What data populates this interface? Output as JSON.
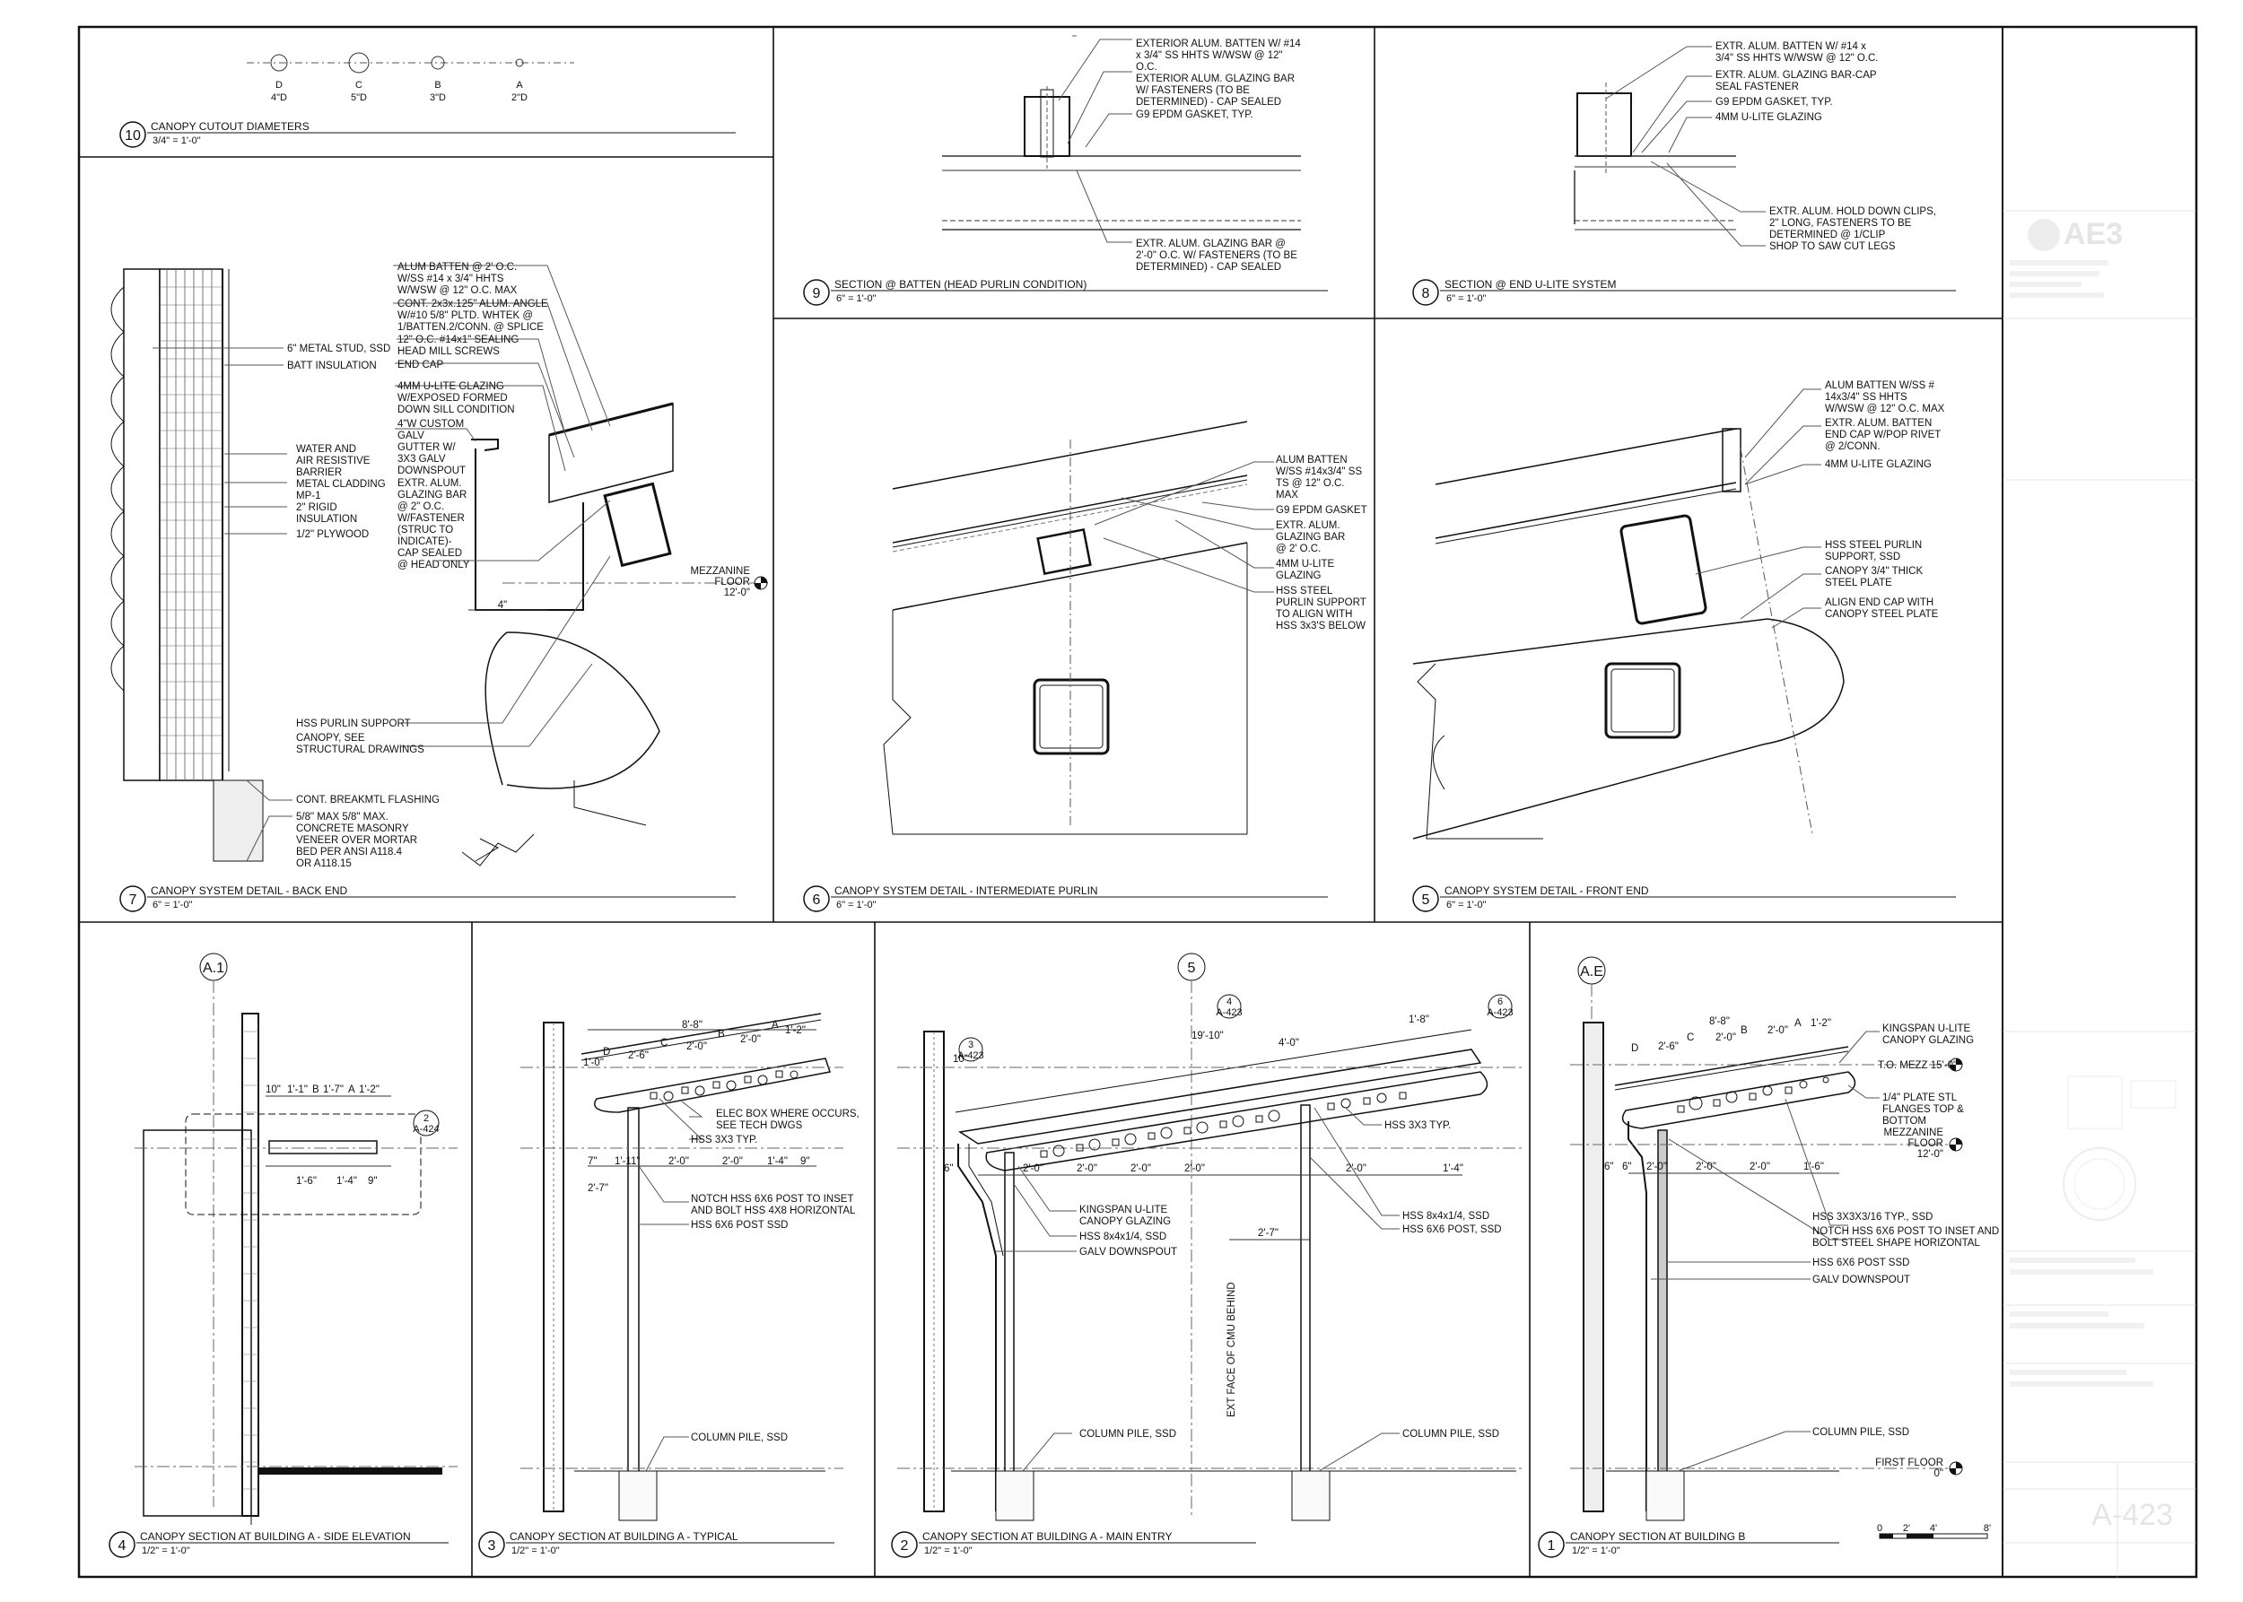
{
  "sheet": {
    "number": "A-423",
    "firm": "AE3",
    "title_block_faded": true
  },
  "details": {
    "d10": {
      "num": "10",
      "title": "CANOPY CUTOUT DIAMETERS",
      "scale": "3/4\" = 1'-0\"",
      "diameters": [
        {
          "letter": "D",
          "size": "4\"D"
        },
        {
          "letter": "C",
          "size": "5\"D"
        },
        {
          "letter": "B",
          "size": "3\"D"
        },
        {
          "letter": "A",
          "size": "2\"D"
        }
      ]
    },
    "d9": {
      "num": "9",
      "title": "SECTION @ BATTEN (HEAD PURLIN CONDITION)",
      "scale": "6\" = 1'-0\"",
      "notes": [
        "EXTERIOR ALUM. BATTEN W/ #14",
        "x 3/4\" SS HHTS W/WSW @ 12\"",
        "O.C.",
        "EXTERIOR ALUM. GLAZING BAR",
        "W/ FASTENERS (TO BE",
        "DETERMINED) - CAP SEALED",
        "G9 EPDM GASKET, TYP.",
        "EXTR. ALUM. GLAZING BAR @",
        "2'-0\" O.C. W/ FASTENERS (TO BE",
        "DETERMINED) - CAP SEALED"
      ]
    },
    "d8": {
      "num": "8",
      "title": "SECTION @ END U-LITE SYSTEM",
      "scale": "6\" = 1'-0\"",
      "notes": [
        "EXTR. ALUM. BATTEN W/ #14 x",
        "3/4\" SS HHTS W/WSW @ 12\" O.C.",
        "EXTR. ALUM. GLAZING BAR-CAP",
        "SEAL FASTENER",
        "G9 EPDM GASKET, TYP.",
        "4MM U-LITE GLAZING",
        "EXTR. ALUM. HOLD DOWN CLIPS,",
        "2\" LONG, FASTENERS TO BE",
        "DETERMINED @ 1/CLIP",
        "SHOP TO SAW CUT LEGS"
      ]
    },
    "d7": {
      "num": "7",
      "title": "CANOPY SYSTEM DETAIL - BACK END",
      "scale": "6\" = 1'-0\"",
      "notes_right": [
        "ALUM BATTEN @ 2' O.C.",
        "W/SS #14 x 3/4\" HHTS",
        "W/WSW @ 12\" O.C. MAX",
        "CONT. 2x3x.125\" ALUM. ANGLE",
        "W/#10 5/8\" PLTD. WHTEK @",
        "1/BATTEN.2/CONN. @ SPLICE",
        "12\" O.C. #14x1\" SEALING",
        "HEAD MILL SCREWS",
        "END CAP",
        "4MM U-LITE GLAZING",
        "W/EXPOSED FORMED",
        "DOWN SILL CONDITION",
        "4\"W CUSTOM",
        "GALV",
        "GUTTER W/",
        "3X3 GALV",
        "DOWNSPOUT",
        "EXTR. ALUM.",
        "GLAZING BAR",
        "@ 2\" O.C.",
        "W/FASTENER",
        "(STRUC TO",
        "INDICATE)-",
        "CAP SEALED",
        "@ HEAD ONLY"
      ],
      "notes_left": [
        "6\" METAL STUD, SSD",
        "BATT INSULATION",
        "WATER AND",
        "AIR RESISTIVE",
        "BARRIER",
        "METAL CLADDING",
        "MP-1",
        "2\" RIGID",
        "INSULATION",
        "1/2\" PLYWOOD"
      ],
      "notes_bottom": [
        "HSS PURLIN SUPPORT",
        "CANOPY, SEE",
        "STRUCTURAL DRAWINGS",
        "CONT. BREAKMTL FLASHING",
        "5/8\" MAX 5/8\" MAX.",
        "CONCRETE MASONRY",
        "VENEER OVER MORTAR",
        "BED PER ANSI A118.4",
        "OR A118.15"
      ],
      "level": "MEZZANINE",
      "level2": "FLOOR",
      "elev": "12'-0\"",
      "dim": "4\""
    },
    "d6": {
      "num": "6",
      "title": "CANOPY SYSTEM DETAIL - INTERMEDIATE PURLIN",
      "scale": "6\" = 1'-0\"",
      "notes": [
        "ALUM BATTEN",
        "W/SS #14x3/4\" SS",
        "TS @ 12\" O.C.",
        "MAX",
        "G9 EPDM GASKET",
        "EXTR. ALUM.",
        "GLAZING BAR",
        "@ 2' O.C.",
        "4MM U-LITE",
        "GLAZING",
        "HSS STEEL",
        "PURLIN SUPPORT",
        "TO ALIGN WITH",
        "HSS 3x3'S BELOW"
      ]
    },
    "d5": {
      "num": "5",
      "title": "CANOPY SYSTEM DETAIL - FRONT END",
      "scale": "6\" = 1'-0\"",
      "notes": [
        "ALUM BATTEN W/SS #",
        "14x3/4\" SS HHTS",
        "W/WSW @ 12\" O.C. MAX",
        "EXTR. ALUM. BATTEN",
        "END CAP W/POP RIVET",
        "@ 2/CONN.",
        "4MM U-LITE GLAZING",
        "HSS STEEL PURLIN",
        "SUPPORT, SSD",
        "CANOPY 3/4\" THICK",
        "STEEL PLATE",
        "ALIGN END CAP WITH",
        "CANOPY STEEL PLATE"
      ]
    },
    "d4": {
      "num": "4",
      "title": "CANOPY SECTION AT BUILDING A - SIDE ELEVATION",
      "scale": "1/2\" = 1'-0\"",
      "grid": "A.1",
      "ref": "2",
      "refsheet": "A-424",
      "dims_top": [
        "10\"",
        "1'-1\"",
        "B",
        "1'-7\"",
        "A",
        "1'-2\""
      ],
      "dims_bot": [
        "1'-6\"",
        "1'-4\"",
        "9\""
      ]
    },
    "d3": {
      "num": "3",
      "title": "CANOPY SECTION AT BUILDING A - TYPICAL",
      "scale": "1/2\" = 1'-0\"",
      "notes": [
        "ELEC BOX WHERE OCCURS,",
        "SEE TECH DWGS",
        "HSS 3X3 TYP.",
        "NOTCH HSS 6X6 POST TO INSET",
        "AND BOLT HSS 4X8 HORIZONTAL",
        "HSS 6X6 POST SSD",
        "COLUMN PILE, SSD"
      ],
      "dims": [
        "8'-8\"",
        "1'-0\"",
        "D",
        "2'-6\"",
        "C",
        "2'-0\"",
        "B",
        "2'-0\"",
        "A",
        "1'-2\"",
        "7\"",
        "1'-11\"",
        "2'-0\"",
        "2'-0\"",
        "1'-4\"",
        "9\"",
        "2'-7\""
      ]
    },
    "d2": {
      "num": "2",
      "title": "CANOPY SECTION AT BUILDING A - MAIN ENTRY",
      "scale": "1/2\" = 1'-0\"",
      "grid": "5",
      "ref1": "4",
      "ref2": "6",
      "ref3": "3",
      "refsheet": "A-423",
      "notes": [
        "KINGSPAN U-LITE",
        "CANOPY GLAZING",
        "HSS 8x4x1/4, SSD",
        "GALV DOWNSPOUT",
        "HSS 3X3 TYP.",
        "HSS 8x4x1/4, SSD",
        "HSS 6X6 POST, SSD",
        "EXT FACE OF CMU BEHIND",
        "COLUMN PILE, SSD",
        "COLUMN PILE, SSD"
      ],
      "dims": [
        "19'-10\"",
        "4'-0\"",
        "2'-0\"",
        "2'-0\"",
        "2'-0\"",
        "2'-0\"",
        "2'-0\"",
        "1'-8\"",
        "1'-4\"",
        "10\"",
        "2'-7\"",
        "6\""
      ]
    },
    "d1": {
      "num": "1",
      "title": "CANOPY SECTION AT BUILDING B",
      "scale": "1/2\" = 1'-0\"",
      "grid": "A.E",
      "notes": [
        "KINGSPAN U-LITE",
        "CANOPY GLAZING",
        "T.O. MEZZ 15'-0\"",
        "1/4\" PLATE STL",
        "FLANGES TOP &",
        "BOTTOM",
        "MEZZANINE",
        "FLOOR",
        "12'-0\"",
        "HSS 3X3X3/16 TYP., SSD",
        "NOTCH HSS 6X6 POST TO INSET AND",
        "BOLT STEEL SHAPE HORIZONTAL",
        "HSS 6X6 POST SSD",
        "GALV DOWNSPOUT",
        "COLUMN PILE, SSD",
        "FIRST FLOOR",
        "0\""
      ],
      "dims": [
        "8'-8\"",
        "D",
        "2'-6\"",
        "C",
        "2'-0\"",
        "B",
        "2'-0\"",
        "A",
        "1'-2\"",
        "6\"",
        "6\"",
        "2'-0\"",
        "2'-0\"",
        "2'-0\"",
        "1'-6\""
      ]
    }
  },
  "scalebar": [
    "0",
    "2'",
    "4'",
    "8'"
  ]
}
